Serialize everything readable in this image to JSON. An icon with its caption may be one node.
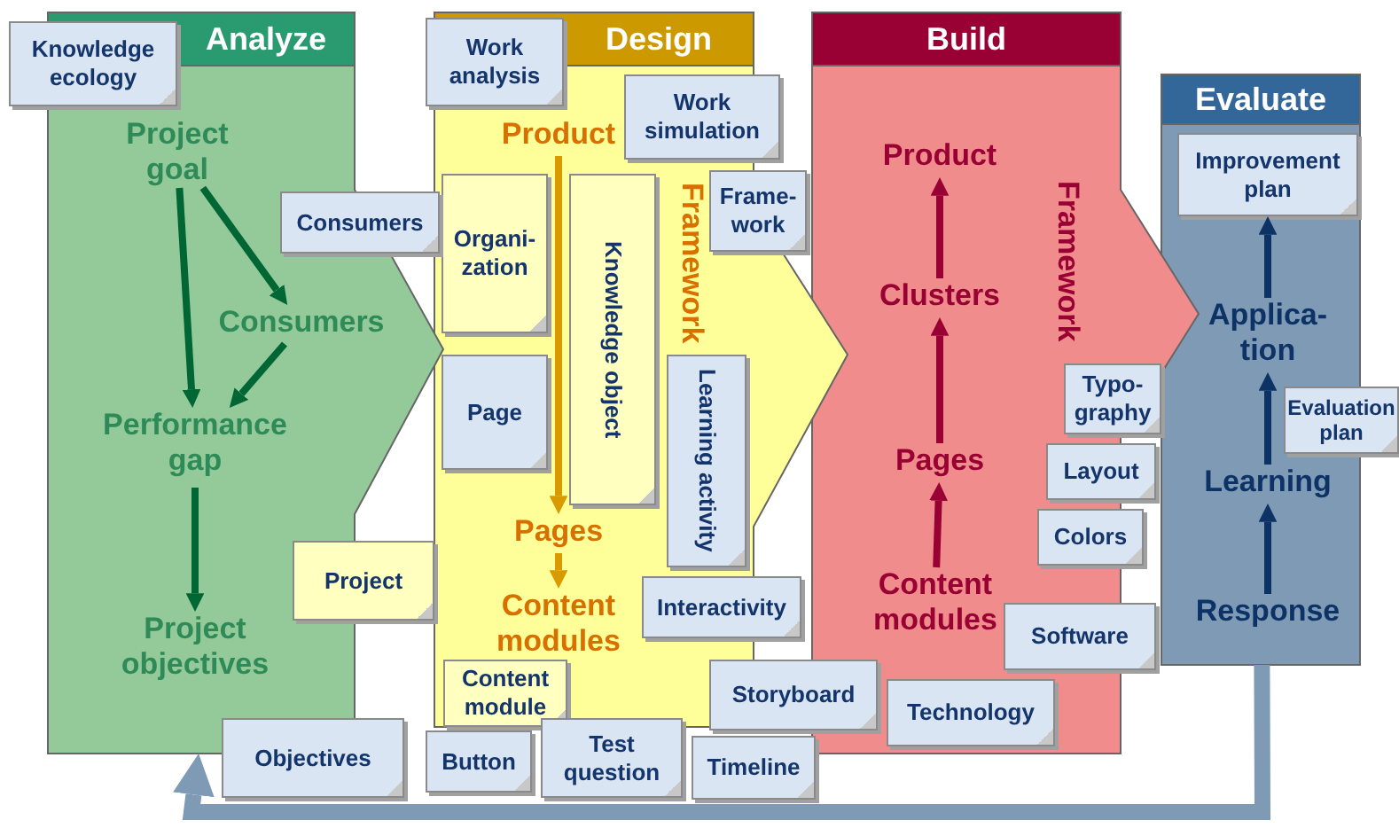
{
  "diagram": {
    "nodes": [
      {
        "text": [
          "Analyze"
        ]
      },
      {
        "text": [
          "Project goal"
        ],
        "in": 0
      },
      {
        "text": [
          "Consumers"
        ],
        "in": 0
      },
      {
        "text": [
          "Performance gap"
        ],
        "in": 0
      },
      {
        "text": [
          "Project objectives"
        ],
        "in": 0
      },
      {
        "text": [
          "Design"
        ]
      },
      {
        "text": [
          "Product"
        ],
        "in": 5
      },
      {
        "text": [
          "Pages"
        ],
        "in": 5
      },
      {
        "text": [
          "Content modules"
        ],
        "in": 5
      },
      {
        "text": [
          "Build"
        ]
      },
      {
        "text": [
          "Product"
        ],
        "in": 9
      },
      {
        "text": [
          "Clusters"
        ],
        "in": 9
      },
      {
        "text": [
          "Pages"
        ],
        "in": 9
      },
      {
        "text": [
          "Content modules"
        ],
        "in": 9
      },
      {
        "text": [
          "Evaluate"
        ]
      },
      {
        "text": [
          "Applica- tion"
        ],
        "in": 14
      },
      {
        "text": [
          "Learning"
        ],
        "in": 14
      },
      {
        "text": [
          "Response"
        ],
        "in": 14
      },
      {
        "text": [
          "Knowledge ecology"
        ]
      },
      {
        "text": [
          "Work analysis"
        ]
      },
      {
        "text": [
          "Work simulation"
        ],
        "in": 5
      },
      {
        "text": [
          "Improvement plan"
        ],
        "in": 14
      },
      {
        "text": [
          "Frame- work"
        ]
      },
      {
        "text": [
          "Organi- zation"
        ],
        "in": 5
      },
      {
        "text": [
          "Consumers"
        ],
        "in": 0
      },
      {
        "text": [
          "Knowledge object"
        ],
        "in": 5
      },
      {
        "text": [
          "Learning activity"
        ],
        "in": 5
      },
      {
        "text": [
          "Typo- graphy"
        ],
        "in": 9
      },
      {
        "text": [
          "Evaluation plan"
        ]
      },
      {
        "text": [
          "Page"
        ],
        "in": 5
      },
      {
        "text": [
          "Layout"
        ],
        "in": 9
      },
      {
        "text": [
          "Colors"
        ],
        "in": 9
      },
      {
        "text": [
          "Project"
        ]
      },
      {
        "text": [
          "Interactivity"
        ],
        "in": 5
      },
      {
        "text": [
          "Software"
        ],
        "in": 9
      },
      {
        "text": [
          "Content module"
        ],
        "in": 5
      },
      {
        "text": [
          "Storyboard"
        ]
      },
      {
        "text": [
          "Technology"
        ],
        "in": 9
      },
      {
        "text": [
          "Objectives"
        ]
      },
      {
        "text": [
          "Test question"
        ]
      },
      {
        "text": [
          "Button"
        ]
      },
      {
        "text": [
          "Timeline"
        ]
      }
    ],
    "edges": [
      {
        "from": 1,
        "to": 3,
        "arrow": "to",
        "color": "#006633"
      },
      {
        "from": 1,
        "to": 2,
        "arrow": "to",
        "color": "#006633"
      },
      {
        "from": 2,
        "to": 3,
        "arrow": "to",
        "color": "#006633"
      },
      {
        "from": 3,
        "to": 4,
        "arrow": "to",
        "color": "#006633"
      },
      {
        "from": 6,
        "to": 7,
        "arrow": "to",
        "color": "#d99a00"
      },
      {
        "from": 7,
        "to": 8,
        "arrow": "to",
        "color": "#d99a00"
      },
      {
        "from": 13,
        "to": 12,
        "arrow": "to",
        "color": "#990033"
      },
      {
        "from": 12,
        "to": 11,
        "arrow": "to",
        "color": "#990033"
      },
      {
        "from": 11,
        "to": 10,
        "arrow": "to",
        "color": "#990033"
      },
      {
        "from": 17,
        "to": 16,
        "arrow": "to",
        "color": "#0d3366"
      },
      {
        "from": 16,
        "to": 15,
        "arrow": "to",
        "color": "#0d3366"
      },
      {
        "from": 15,
        "to": 21,
        "arrow": "to",
        "color": "#0d3366"
      },
      {
        "from": 14,
        "to": 0,
        "arrow": "to",
        "style": "thick",
        "color": "#7f9ab5"
      }
    ],
    "labels": [
      "Framework",
      "Framework"
    ]
  }
}
